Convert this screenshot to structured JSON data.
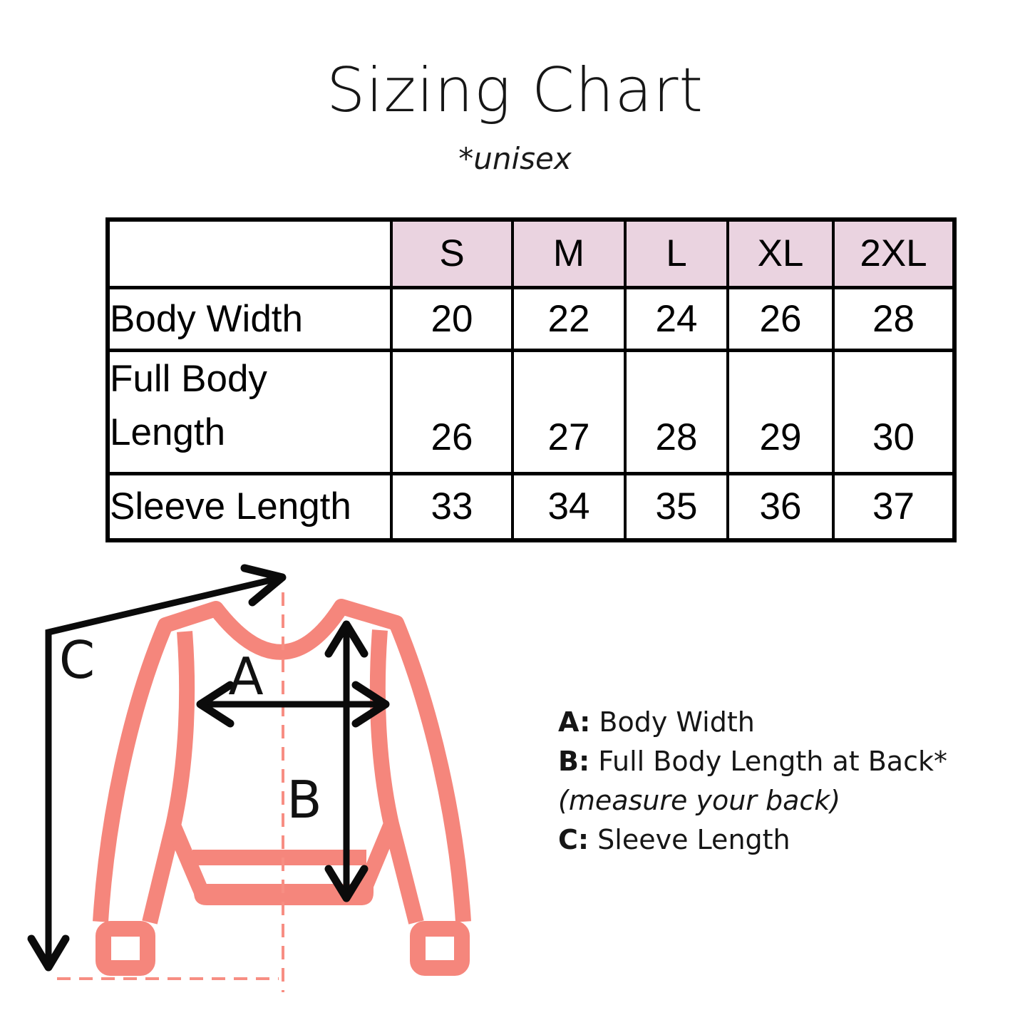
{
  "title": "Sizing Chart",
  "subtitle": "*unisex",
  "colors": {
    "coral": "#F5867C",
    "coral_dashed": "#F78E83",
    "header_pink": "#EAD3E0",
    "text": "#111111"
  },
  "table": {
    "sizes": [
      "S",
      "M",
      "L",
      "XL",
      "2XL"
    ],
    "rows": [
      {
        "label": "Body Width",
        "values": [
          "20",
          "22",
          "24",
          "26",
          "28"
        ]
      },
      {
        "label": "Full Body\nLength",
        "values": [
          "26",
          "27",
          "28",
          "29",
          "30"
        ]
      },
      {
        "label": "Sleeve Length",
        "values": [
          "33",
          "34",
          "35",
          "36",
          "37"
        ]
      }
    ]
  },
  "diagram": {
    "labels": {
      "a": "A",
      "b": "B",
      "c": "C"
    }
  },
  "legend": {
    "items": [
      {
        "prefix": "A:",
        "text": " Body Width"
      },
      {
        "prefix": "B:",
        "text": " Full Body Length at Back*"
      },
      {
        "prefix": "",
        "text": "(measure your back)"
      },
      {
        "prefix": "C:",
        "text": " Sleeve Length"
      }
    ]
  }
}
